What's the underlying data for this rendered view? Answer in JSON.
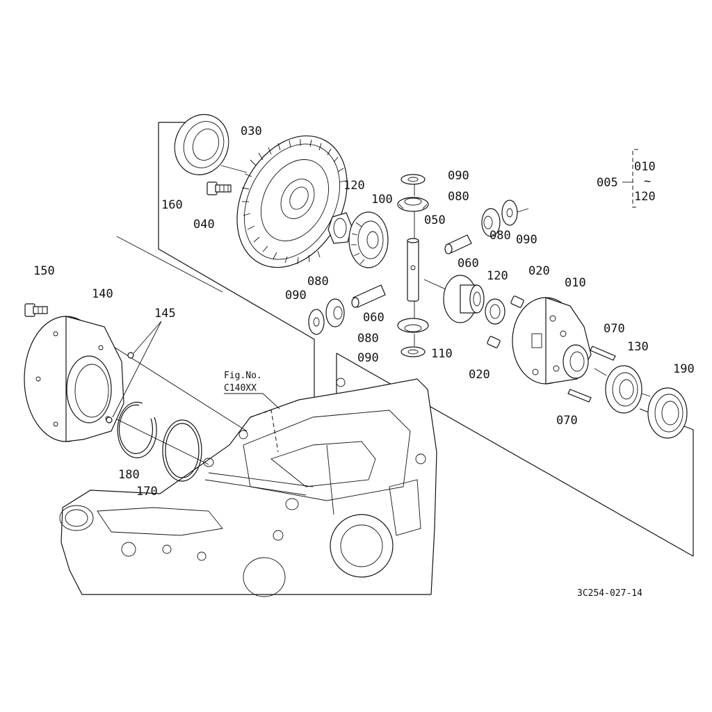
{
  "labels": {
    "p005": "005",
    "p010a": "010",
    "tilde": "~",
    "p120a": "120",
    "p030": "030",
    "p160": "160",
    "p040": "040",
    "p120b": "120",
    "p100": "100",
    "p090a": "090",
    "p080a": "080",
    "p050": "050",
    "p060a": "060",
    "p080b": "080",
    "p090b": "090",
    "p020a": "020",
    "p010b": "010",
    "p120c": "120",
    "p090c": "090",
    "p080c": "080",
    "p060b": "060",
    "p080d": "080",
    "p090d": "090",
    "p110": "110",
    "p020b": "020",
    "p070a": "070",
    "p070b": "070",
    "p130": "130",
    "p190": "190",
    "p150": "150",
    "p140": "140",
    "p145": "145",
    "p180": "180",
    "p170": "170"
  },
  "figref": {
    "title": "Fig.No.",
    "code": "C140XX"
  },
  "drawing_id": "3C254-027-14"
}
